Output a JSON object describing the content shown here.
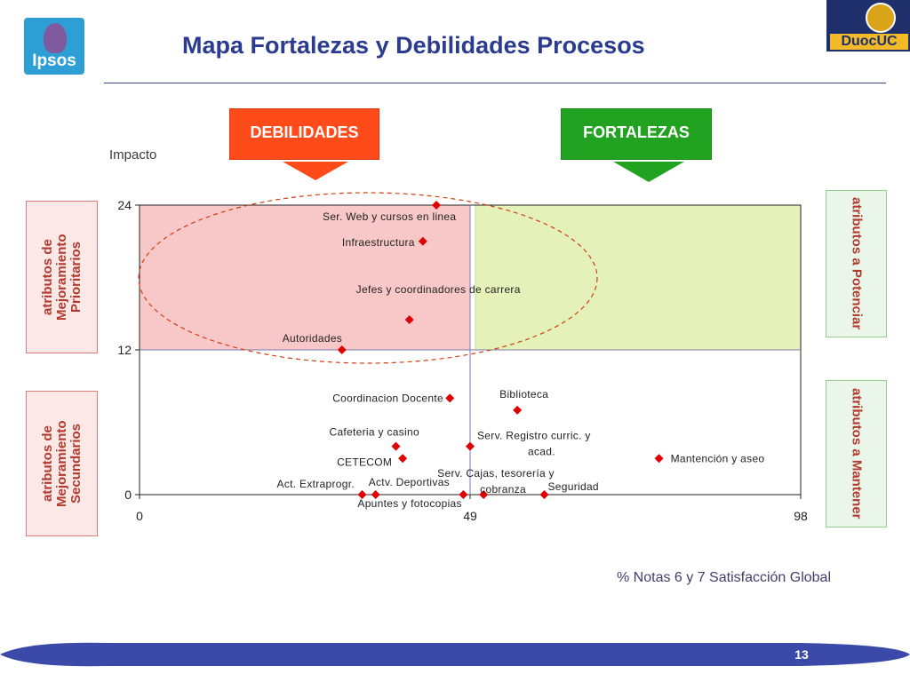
{
  "logos": {
    "left": "Ipsos",
    "right": "DuocUC"
  },
  "title": "Mapa Fortalezas y Debilidades Procesos",
  "tags": {
    "debilidades": "DEBILIDADES",
    "fortalezas": "FORTALEZAS"
  },
  "side_labels": {
    "top_left": "atributos de Mejoramiento Prioritarios",
    "bottom_left": "atributos de Mejoramiento Secundarios",
    "top_right": "atributos a Potenciar",
    "bottom_right": "atributos a Mantener"
  },
  "page_number": "13",
  "colors": {
    "title": "#2b3b8f",
    "marker": "#e00000",
    "debilidades": "#ff4a1a",
    "fortalezas": "#21a321",
    "q_red": "#f8c8c8",
    "q_green": "#e4f1b8",
    "footer": "#3b4aa8"
  },
  "chart_data": {
    "type": "scatter",
    "xlabel": "% Notas 6 y 7 Satisfacción Global",
    "ylabel": "Impacto",
    "xlim": [
      0,
      98
    ],
    "ylim": [
      0,
      24
    ],
    "xticks": [
      "0",
      "49",
      "98"
    ],
    "yticks": [
      "0",
      "12",
      "24"
    ],
    "grid": false,
    "legend": "none",
    "points": [
      {
        "label": "Ser. Web y cursos en linea",
        "x": 44,
        "y": 24
      },
      {
        "label": "Infraestructura",
        "x": 42,
        "y": 21
      },
      {
        "label": "Jefes y coordinadores de carrera",
        "x": 40,
        "y": 14.5
      },
      {
        "label": "Autoridades",
        "x": 30,
        "y": 12
      },
      {
        "label": "Coordinacion Docente",
        "x": 46,
        "y": 8
      },
      {
        "label": "Biblioteca",
        "x": 56,
        "y": 7
      },
      {
        "label": "Cafeteria y casino",
        "x": 38,
        "y": 4
      },
      {
        "label": "Serv. Registro curric. y acad.",
        "x": 49,
        "y": 4
      },
      {
        "label": "CETECOM",
        "x": 39,
        "y": 3
      },
      {
        "label": "Serv. Cajas, tesorería y cobranza",
        "x": 51,
        "y": 0
      },
      {
        "label": "Mantención y aseo",
        "x": 77,
        "y": 3
      },
      {
        "label": "Act. Extraprogr.",
        "x": 33,
        "y": 0
      },
      {
        "label": "Actv. Deportivas",
        "x": 35,
        "y": 0
      },
      {
        "label": "Apuntes y fotocopias",
        "x": 48,
        "y": 0
      },
      {
        "label": "Seguridad",
        "x": 60,
        "y": 0
      }
    ]
  }
}
